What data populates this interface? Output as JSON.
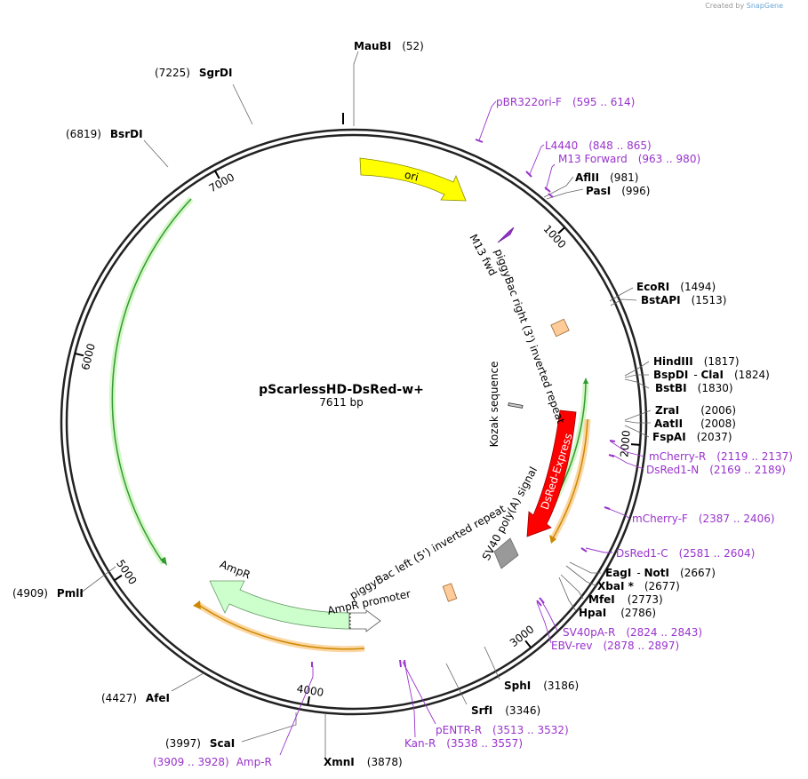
{
  "credit": {
    "created_by": "Created by",
    "brand": "SnapGene"
  },
  "plasmid": {
    "name": "pScarlessHD-DsRed-w+",
    "size_label": "7611 bp",
    "length": 7611
  },
  "ticks": [
    {
      "pos": 1000,
      "label": "1000"
    },
    {
      "pos": 2000,
      "label": "2000"
    },
    {
      "pos": 3000,
      "label": "3000"
    },
    {
      "pos": 4000,
      "label": "4000"
    },
    {
      "pos": 5000,
      "label": "5000"
    },
    {
      "pos": 6000,
      "label": "6000"
    },
    {
      "pos": 7000,
      "label": "7000"
    }
  ],
  "enzymes": [
    {
      "name": "MauBI",
      "pos": "(52)",
      "bp": 52
    },
    {
      "name": "SgrDI",
      "pos": "(7225)",
      "bp": 7225
    },
    {
      "name": "BsrDI",
      "pos": "(6819)",
      "bp": 6819
    },
    {
      "name": "AflII",
      "pos": "(981)",
      "bp": 981
    },
    {
      "name": "PasI",
      "pos": "(996)",
      "bp": 996
    },
    {
      "name": "EcoRI",
      "pos": "(1494)",
      "bp": 1494
    },
    {
      "name": "BstAPI",
      "pos": "(1513)",
      "bp": 1513
    },
    {
      "name": "HindIII",
      "pos": "(1817)",
      "bp": 1817
    },
    {
      "name": "BspDI",
      "name2": "ClaI",
      "pos": "(1824)",
      "bp": 1824
    },
    {
      "name": "BstBI",
      "pos": "(1830)",
      "bp": 1830
    },
    {
      "name": "ZraI",
      "pos": "(2006)",
      "bp": 2006
    },
    {
      "name": "AatII",
      "pos": "(2008)",
      "bp": 2008
    },
    {
      "name": "FspAI",
      "pos": "(2037)",
      "bp": 2037
    },
    {
      "name": "EagI",
      "name2": "NotI",
      "pos": "(2667)",
      "bp": 2667
    },
    {
      "name": "XbaI *",
      "pos": "(2677)",
      "bp": 2677
    },
    {
      "name": "MfeI",
      "pos": "(2773)",
      "bp": 2773
    },
    {
      "name": "HpaI",
      "pos": "(2786)",
      "bp": 2786
    },
    {
      "name": "SphI",
      "pos": "(3186)",
      "bp": 3186
    },
    {
      "name": "SrfI",
      "pos": "(3346)",
      "bp": 3346
    },
    {
      "name": "XmnI",
      "pos": "(3878)",
      "bp": 3878
    },
    {
      "name": "ScaI",
      "pos": "(3997)",
      "bp": 3997
    },
    {
      "name": "AfeI",
      "pos": "(4427)",
      "bp": 4427
    },
    {
      "name": "PmlI",
      "pos": "(4909)",
      "bp": 4909
    }
  ],
  "primers": [
    {
      "name": "pBR322ori-F",
      "range": "(595 .. 614)",
      "bp": 604
    },
    {
      "name": "L4440",
      "range": "(848 .. 865)",
      "bp": 856
    },
    {
      "name": "M13 Forward",
      "range": "(963 .. 980)",
      "bp": 971
    },
    {
      "name": "mCherry-R",
      "range": "(2119 .. 2137)",
      "bp": 2128
    },
    {
      "name": "DsRed1-N",
      "range": "(2169 .. 2189)",
      "bp": 2179
    },
    {
      "name": "mCherry-F",
      "range": "(2387 .. 2406)",
      "bp": 2396
    },
    {
      "name": "DsRed1-C",
      "range": "(2581 .. 2604)",
      "bp": 2592
    },
    {
      "name": "SV40pA-R",
      "range": "(2824 .. 2843)",
      "bp": 2833
    },
    {
      "name": "EBV-rev",
      "range": "(2878 .. 2897)",
      "bp": 2887
    },
    {
      "name": "pENTR-R",
      "range": "(3513 .. 3532)",
      "bp": 3522
    },
    {
      "name": "Kan-R",
      "range": "(3538 .. 3557)",
      "bp": 3547
    },
    {
      "name": "Amp-R",
      "range": "(3909 .. 3928)",
      "bp": 3918
    }
  ],
  "features": [
    {
      "name": "ori",
      "kind": "origin",
      "color": "#ffff00"
    },
    {
      "name": "DsRed-Express",
      "kind": "cds",
      "color": "#ff0000"
    },
    {
      "name": "AmpR",
      "kind": "cds",
      "color": "#ccffcc"
    },
    {
      "name": "AmpR promoter",
      "kind": "promoter",
      "color": "#ffffff"
    },
    {
      "name": "SV40 poly(A) signal",
      "kind": "terminator",
      "color": "#999999"
    },
    {
      "name": "M13 fwd",
      "kind": "primer_bind",
      "color": "#9933cc"
    },
    {
      "name": "piggyBac right (3') inverted repeat",
      "kind": "repeat",
      "color": "#ffcc99"
    },
    {
      "name": "piggyBac left (5') inverted repeat",
      "kind": "repeat",
      "color": "#ffcc99"
    },
    {
      "name": "Kozak sequence",
      "kind": "misc",
      "color": "#cccccc"
    }
  ],
  "colors": {
    "backbone": "#222222",
    "primer": "#9933cc",
    "orf_green": "#339933",
    "orf_orange": "#cc8800"
  }
}
